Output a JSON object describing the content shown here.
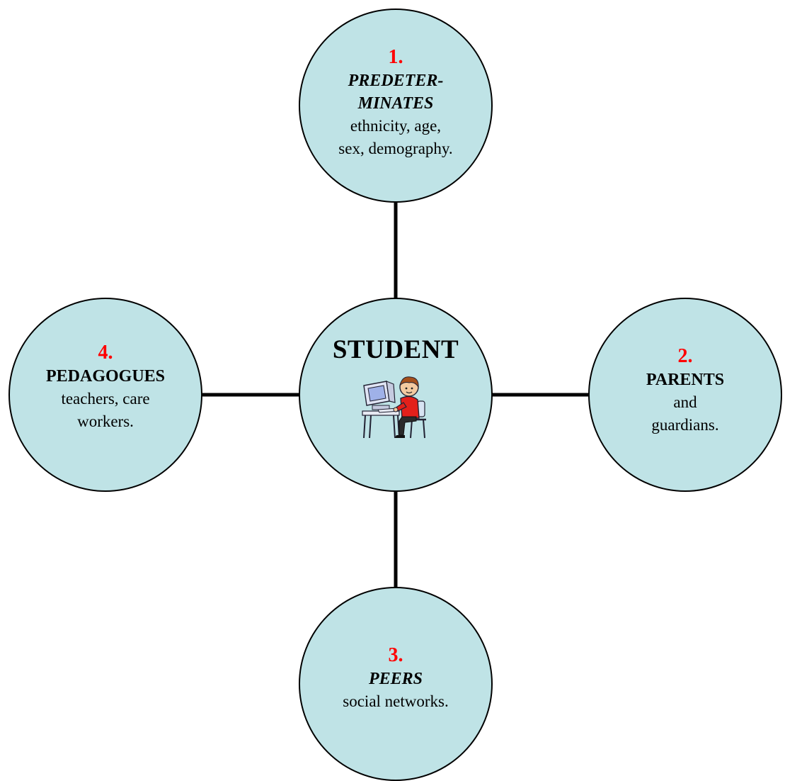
{
  "diagram": {
    "center": {
      "title": "STUDENT",
      "icon": "student-at-computer-icon"
    },
    "nodes": [
      {
        "number": "1.",
        "heading_lines": [
          "PREDETER-",
          "MINATES"
        ],
        "heading_style": "bold-italic",
        "desc_lines": [
          "ethnicity, age,",
          "sex, demography."
        ]
      },
      {
        "number": "2.",
        "heading_lines": [
          "PARENTS"
        ],
        "heading_style": "bold",
        "desc_lines": [
          "and",
          "guardians."
        ]
      },
      {
        "number": "3.",
        "heading_lines": [
          "PEERS"
        ],
        "heading_style": "bold-italic",
        "desc_lines": [
          "social networks."
        ]
      },
      {
        "number": "4.",
        "heading_lines": [
          "PEDAGOGUES"
        ],
        "heading_style": "bold",
        "desc_lines": [
          "teachers, care",
          "workers."
        ]
      }
    ],
    "colors": {
      "circle_fill": "#bfe3e6",
      "number_color": "#ff0000",
      "stroke": "#000000"
    }
  }
}
